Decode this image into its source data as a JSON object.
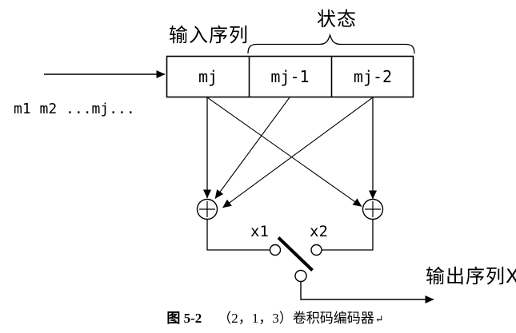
{
  "figure": {
    "labels": {
      "input_sequence": "输入序列",
      "state": "状态",
      "input_stream": "m1 m2 ...mj...",
      "x1": "x1",
      "x2": "x2",
      "output_sequence": "输出序列X"
    },
    "register_cells": [
      {
        "label": "mj"
      },
      {
        "label": "mj-1"
      },
      {
        "label": "mj-2"
      }
    ],
    "caption": {
      "figure_number": "图 5-2",
      "title": "（2，1，3）卷积码编码器",
      "return_mark": "↵"
    },
    "colors": {
      "line": "#000000",
      "background": "#ffffff"
    }
  }
}
